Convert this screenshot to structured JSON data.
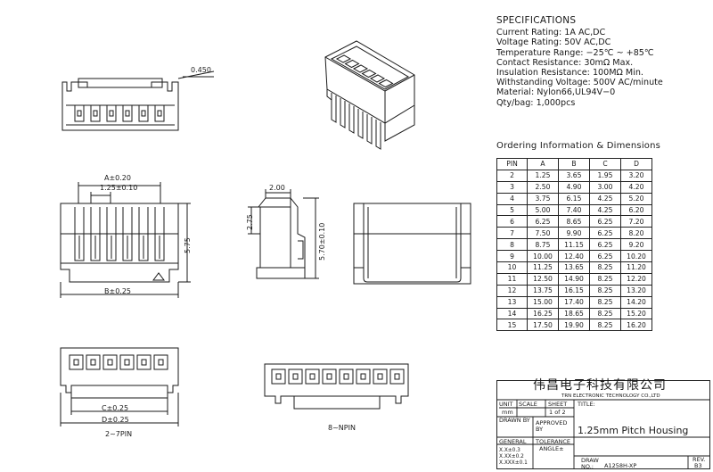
{
  "specifications": {
    "title": "SPECIFICATIONS",
    "lines": [
      "Current Rating: 1A AC,DC",
      "Voltage Rating: 50V AC,DC",
      "Temperature Range: −25℃ ~ +85℃",
      "Contact Resistance: 30mΩ Max.",
      "Insulation Resistance: 100MΩ Min.",
      "Withstanding Voltage: 500V AC/minute",
      "Material: Nylon66,UL94V−0",
      "Qty/bag: 1,000pcs"
    ]
  },
  "ordering": {
    "title": "Ordering Information & Dimensions",
    "headers": [
      "PIN",
      "A",
      "B",
      "C",
      "D"
    ],
    "rows": [
      [
        "2",
        "1.25",
        "3.65",
        "1.95",
        "3.20"
      ],
      [
        "3",
        "2.50",
        "4.90",
        "3.00",
        "4.20"
      ],
      [
        "4",
        "3.75",
        "6.15",
        "4.25",
        "5.20"
      ],
      [
        "5",
        "5.00",
        "7.40",
        "4.25",
        "6.20"
      ],
      [
        "6",
        "6.25",
        "8.65",
        "6.25",
        "7.20"
      ],
      [
        "7",
        "7.50",
        "9.90",
        "6.25",
        "8.20"
      ],
      [
        "8",
        "8.75",
        "11.15",
        "6.25",
        "9.20"
      ],
      [
        "9",
        "10.00",
        "12.40",
        "6.25",
        "10.20"
      ],
      [
        "10",
        "11.25",
        "13.65",
        "8.25",
        "11.20"
      ],
      [
        "11",
        "12.50",
        "14.90",
        "8.25",
        "12.20"
      ],
      [
        "12",
        "13.75",
        "16.15",
        "8.25",
        "13.20"
      ],
      [
        "13",
        "15.00",
        "17.40",
        "8.25",
        "14.20"
      ],
      [
        "14",
        "16.25",
        "18.65",
        "8.25",
        "15.20"
      ],
      [
        "15",
        "17.50",
        "19.90",
        "8.25",
        "16.20"
      ]
    ]
  },
  "drawing_labels": {
    "dim_0450": "0.450",
    "dim_a": "A±0.20",
    "dim_125": "1.25±0.10",
    "dim_575": "5.75",
    "dim_b": "B±0.25",
    "dim_200": "2.00",
    "dim_275": "2.75",
    "dim_570": "5.70±0.10",
    "dim_c": "C±0.25",
    "dim_d": "D±0.25",
    "range_2_7": "2~7PIN",
    "range_8_n": "8~NPIN"
  },
  "title_block": {
    "company_cn": "伟昌电子科技有限公司",
    "company_en": "TRN ELECTRONIC TECHNOLOGY CO.,LTD",
    "unit_label": "UNIT",
    "unit_value": "mm",
    "scale_label": "SCALE",
    "sheet_label": "SHEET",
    "sheet_value": "1 of 2",
    "title_label": "TITLE:",
    "drawn_by": "DRAWN BY",
    "approved_by": "APPROVED BY",
    "product_title": "1.25mm Pitch Housing",
    "general": "GENERAL",
    "tolerance": "TOLERANCE",
    "tol_1": "X.X±0.3",
    "tol_2": "X.XX±0.2",
    "tol_3": "X.XXX±0.1",
    "angle": "ANGLE±",
    "draw_no_label": "DRAW NO.:",
    "draw_no": "A1258H-XP",
    "rev_label": "REV.",
    "rev_value": "B3"
  }
}
